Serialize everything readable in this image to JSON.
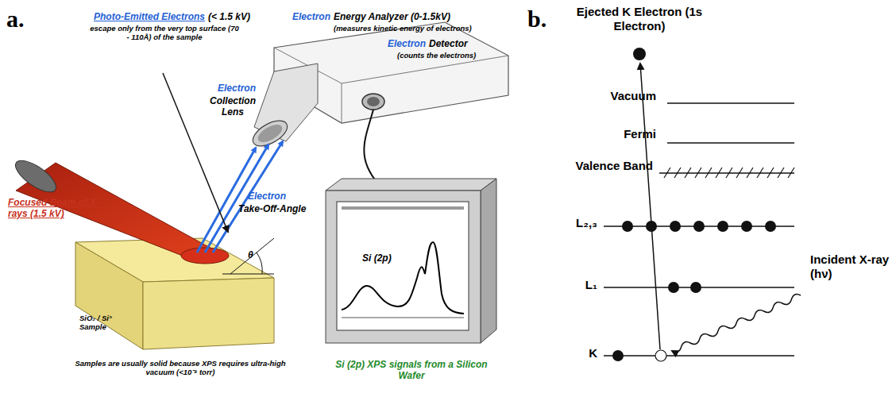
{
  "diagram": {
    "labels": [
      "a.",
      "Photo-Emitted Electrons",
      "(< 1.5 kV)",
      "escape only from the very top surface (70 - 110Å) of the sample",
      "Electron",
      "Energy Analyzer (0-1.5kV)",
      "(measures kinetic energy of electrons)",
      "Electron",
      "Collection Lens",
      "Electron",
      "Detector",
      "(counts the electrons)",
      "Focused Beam of X-rays (1.5 kV)",
      "Electron",
      "Take-Off-Angle",
      "θ",
      "SiO₂ / Si° Sample",
      "Si (2p)",
      "Samples are usually solid because XPS requires ultra-high vacuum (<10⁻⁸ torr)",
      "Si (2p) XPS signals from a Silicon Wafer",
      "b.",
      "Ejected K Electron (1s Electron)",
      "Vacuum",
      "Fermi",
      "Valence Band",
      "L₂,₃",
      "L₁",
      "Incident X-ray (hν)",
      "K"
    ]
  }
}
